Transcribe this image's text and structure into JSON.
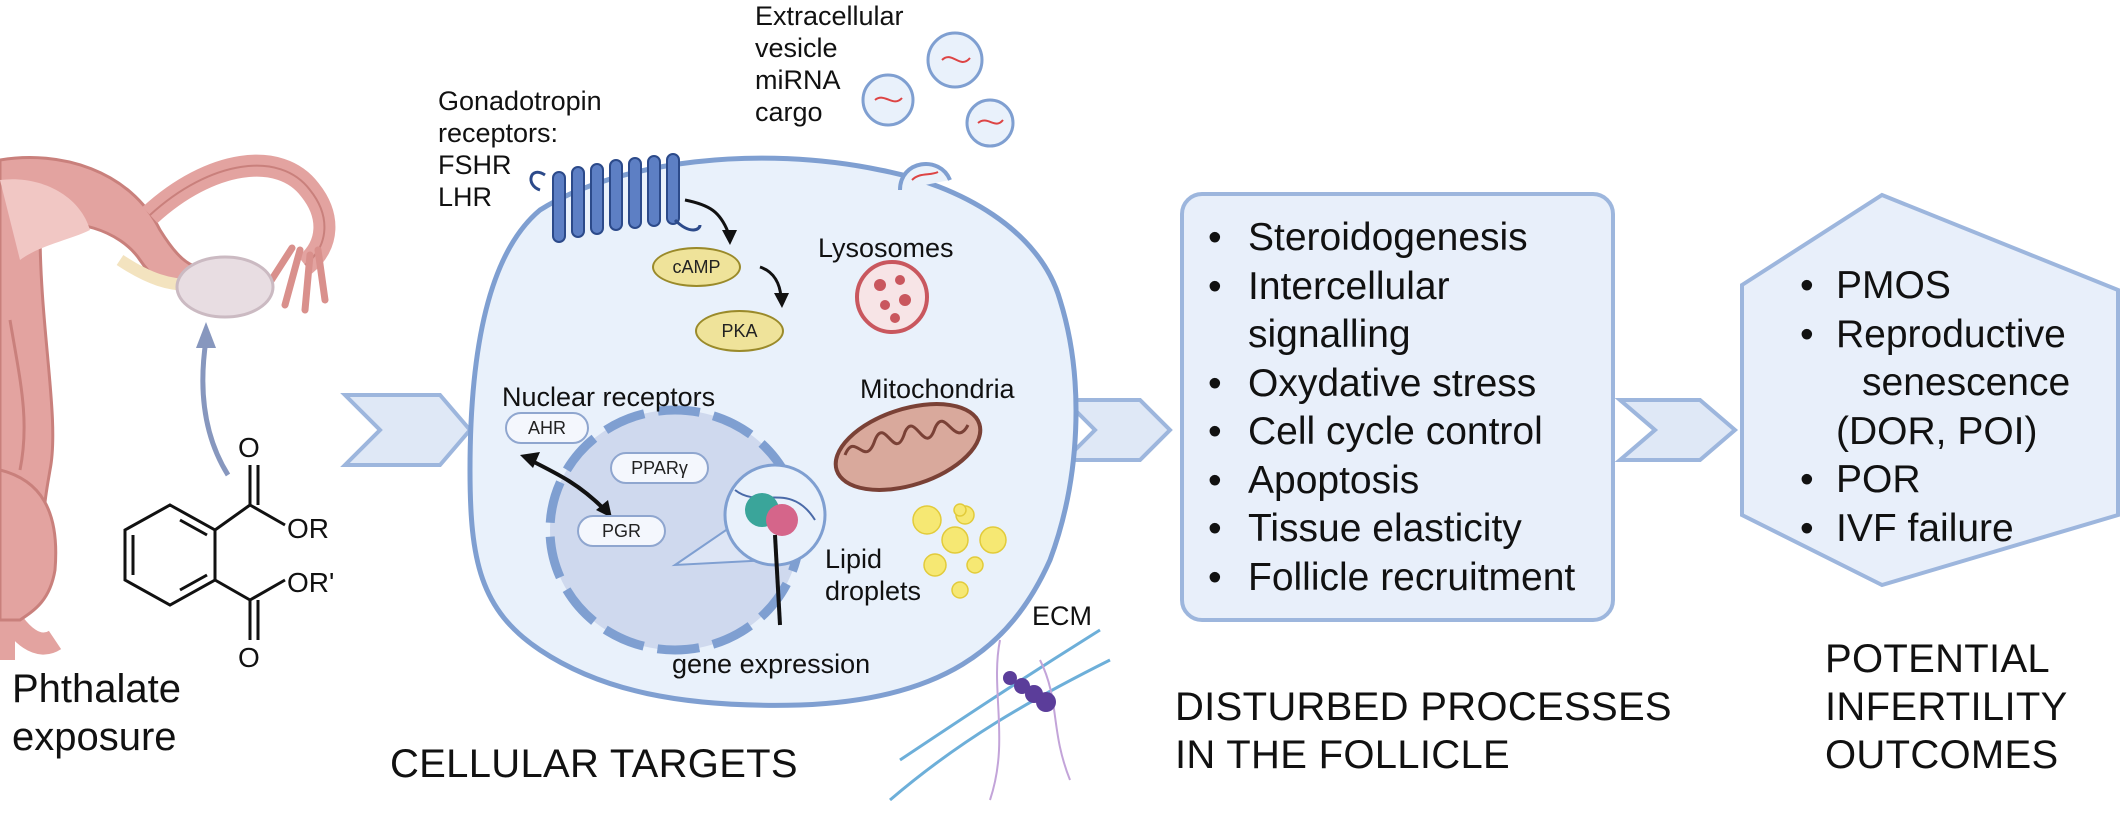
{
  "exposure": {
    "label_line1": "Phthalate",
    "label_line2": "exposure",
    "molecule_labels": {
      "o_top": "O",
      "or_top": "OR",
      "or_bottom": "OR'",
      "o_bottom": "O"
    }
  },
  "cell": {
    "title": "CELLULAR TARGETS",
    "gonadotropin_label": [
      "Gonadotropin",
      "receptors:",
      "FSHR",
      "LHR"
    ],
    "ev_label": [
      "Extracellular",
      "vesicle",
      "miRNA",
      "cargo"
    ],
    "camp": "cAMP",
    "pka": "PKA",
    "lysosomes": "Lysosomes",
    "mitochondria": "Mitochondria",
    "nuclear_receptors": "Nuclear receptors",
    "ahr": "AHR",
    "ppar": "PPARγ",
    "pgr": "PGR",
    "lipid_droplets": [
      "Lipid",
      "droplets"
    ],
    "gene_expression": "gene expression",
    "ecm": "ECM"
  },
  "processes": {
    "title_line1": "DISTURBED PROCESSES",
    "title_line2": "IN THE FOLLICLE",
    "items": [
      "Steroidogenesis",
      "Intercellular",
      "signalling",
      "Oxydative stress",
      "Cell cycle control",
      "Apoptosis",
      "Tissue elasticity",
      "Follicle recruitment"
    ]
  },
  "outcomes": {
    "title_line1": "POTENTIAL",
    "title_line2": "INFERTILITY",
    "title_line3": "OUTCOMES",
    "items": [
      "PMOS",
      "Reproductive",
      "senescence",
      "(DOR, POI)",
      "POR",
      "IVF failure"
    ]
  },
  "colors": {
    "arrow_fill": "#dfe8f6",
    "arrow_stroke": "#9db6dd",
    "cell_fill": "#e9f1fb",
    "cell_stroke": "#7f9fd1",
    "nucleus_fill": "#cfd9ee",
    "uterus": "#e3a3a0"
  }
}
